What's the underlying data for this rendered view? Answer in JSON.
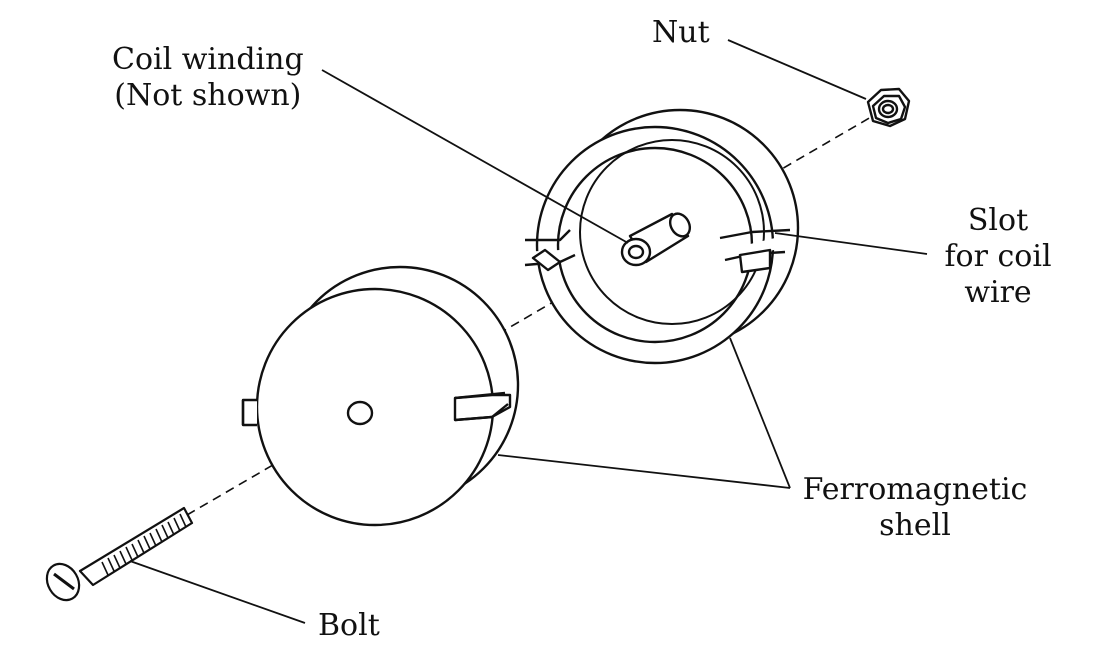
{
  "labels": {
    "nut": "Nut",
    "coil_line1": "Coil winding",
    "coil_line2": "(Not shown)",
    "slot_line1": "Slot",
    "slot_line2": "for coil",
    "slot_line3": "wire",
    "ferro_line1": "Ferromagnetic",
    "ferro_line2": "shell",
    "bolt": "Bolt"
  },
  "colors": {
    "ink": "#111111",
    "background": "#ffffff"
  }
}
